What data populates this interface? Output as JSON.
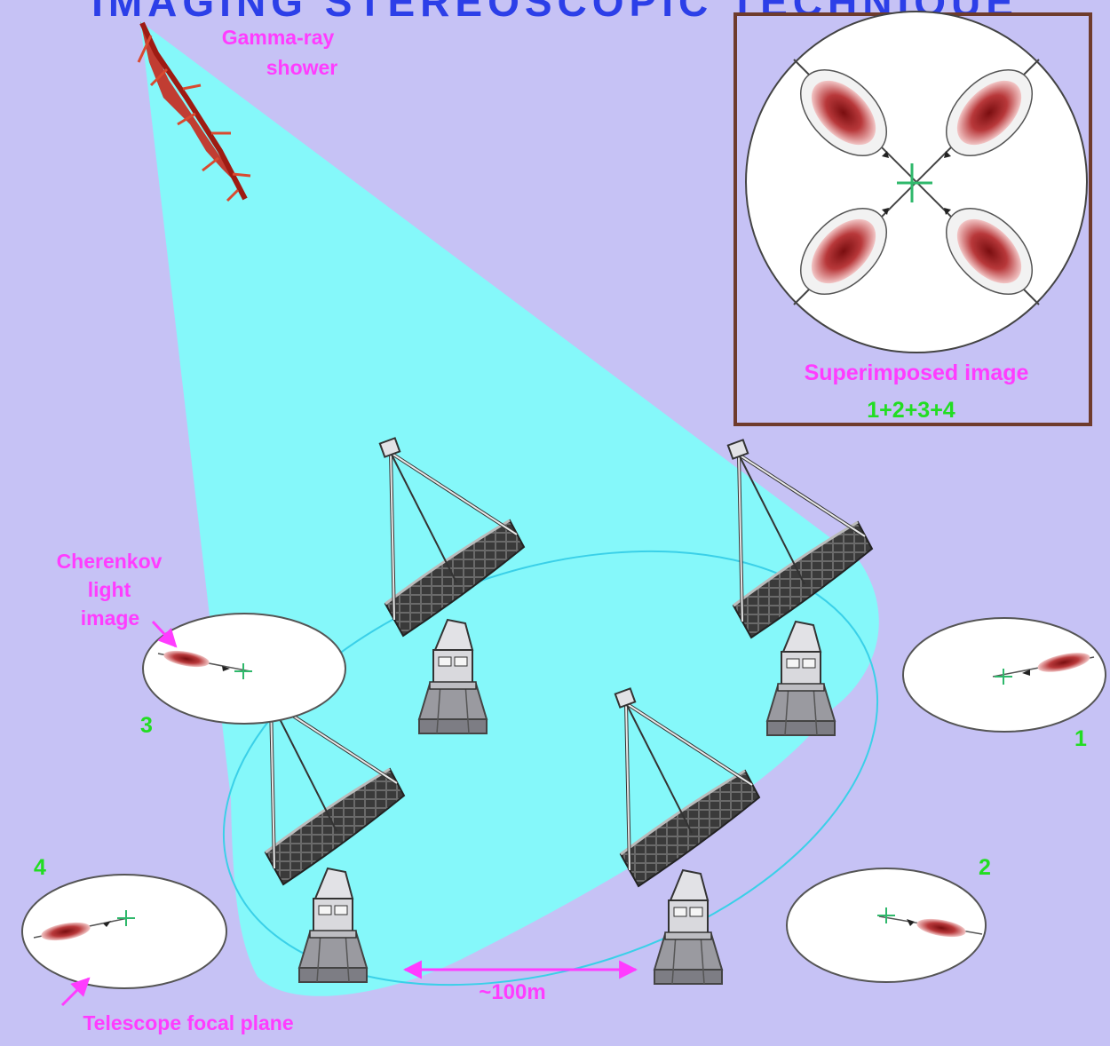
{
  "header_text": "IMAGING STEREOSCOPIC TECHNIQUE",
  "labels": {
    "shower": [
      "Gamma-ray",
      "shower"
    ],
    "superimposed": "Superimposed image",
    "sum": "1+2+3+4",
    "cherenkov": [
      "Cherenkov",
      "light",
      "image"
    ],
    "focal_plane": "Telescope focal plane",
    "distance": "~100m"
  },
  "telescope_numbers": [
    "1",
    "2",
    "3",
    "4"
  ],
  "colors": {
    "background": "#c6c2f5",
    "light_pool": "#85f8fa",
    "annotation": "#ff3cff",
    "number": "#22dd22",
    "inset_border": "#6e3b2c",
    "image_red": "#a3161a",
    "header_blue": "#2c3fe8"
  },
  "icons": [
    "gamma-ray-shower-icon",
    "telescope-icon",
    "arrow-icon",
    "crosshair-icon"
  ]
}
